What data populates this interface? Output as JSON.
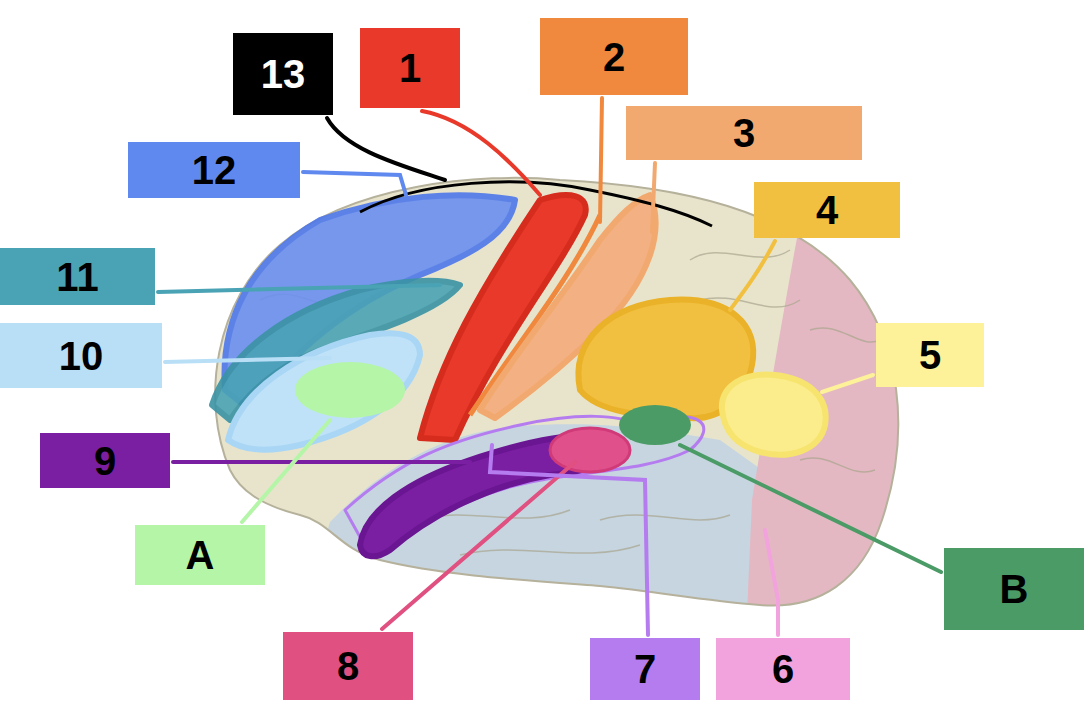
{
  "diagram": {
    "nodes": [
      {
        "text": [
          "13"
        ]
      },
      {
        "text": [
          "1"
        ]
      },
      {
        "text": [
          "2"
        ]
      },
      {
        "text": [
          "3"
        ]
      },
      {
        "text": [
          "12"
        ]
      },
      {
        "text": [
          "4"
        ]
      },
      {
        "text": [
          "11"
        ]
      },
      {
        "text": [
          "10"
        ]
      },
      {
        "text": [
          "5"
        ]
      },
      {
        "text": [
          "9"
        ]
      },
      {
        "text": [
          "A"
        ]
      },
      {
        "text": [
          "B"
        ]
      },
      {
        "text": [
          "8"
        ]
      },
      {
        "text": [
          "7"
        ]
      },
      {
        "text": [
          "6"
        ]
      }
    ]
  }
}
